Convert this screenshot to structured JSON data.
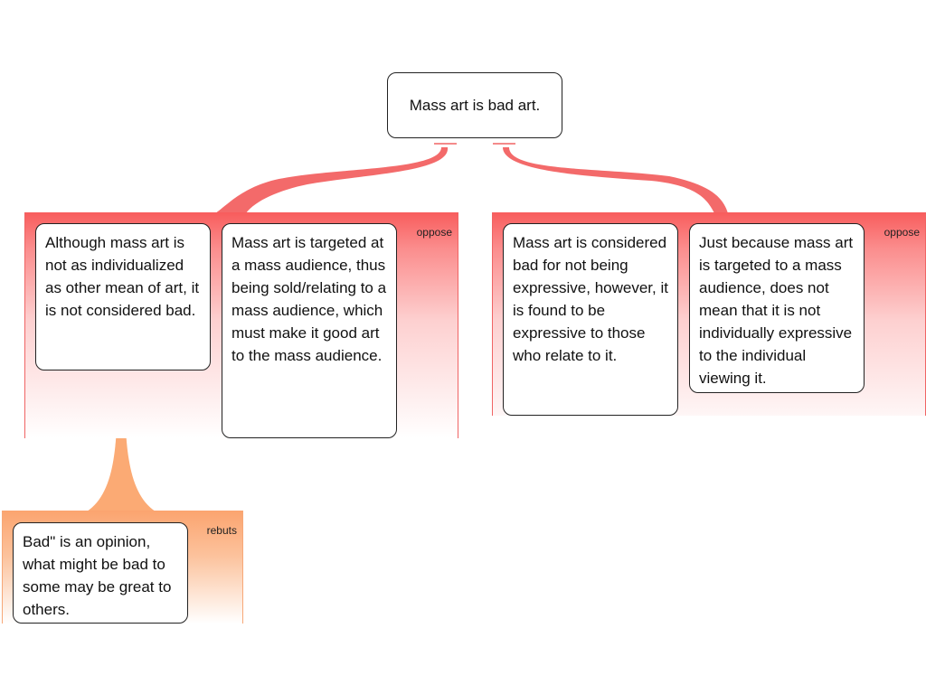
{
  "claim": {
    "text": "Mass art is bad art."
  },
  "groups": [
    {
      "label": "oppose",
      "premises": [
        "Although mass art is not as individualized as other mean of art, it is not considered bad.",
        "Mass art is targeted at a mass audience, thus being sold/relating to a mass audience, which must make it good art to the mass audience."
      ]
    },
    {
      "label": "oppose",
      "premises": [
        "Mass art is considered bad for not being expressive, however, it is found to be expressive to those who relate to it.",
        "Just because mass art is targeted to a mass audience, does not mean that it is not individually expressive to the individual viewing it."
      ]
    }
  ],
  "rebuttal_group": {
    "label": "rebuts",
    "premises": [
      "Bad\" is an opinion, what might be bad to some may be great to others."
    ]
  },
  "colors": {
    "oppose": "#f85c5c",
    "rebut": "#fba46f",
    "box_border": "#222222"
  }
}
